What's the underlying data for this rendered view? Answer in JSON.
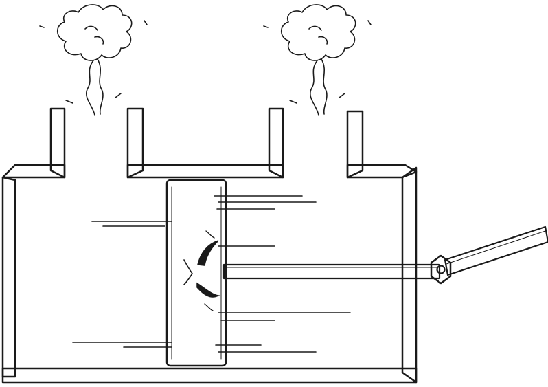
{
  "colors": {
    "ink": "#1a1a1a",
    "paper": "#ffffff",
    "hatch": "#2a2a2a",
    "piston_fill": "#ffffff"
  },
  "diagram": {
    "description_type": "sketch",
    "components": [
      "cylinder",
      "inlet-port",
      "exhaust-port",
      "piston",
      "piston-rod",
      "rod-joint",
      "connecting-rod",
      "smoke-left",
      "smoke-right",
      "motion-lines"
    ]
  }
}
